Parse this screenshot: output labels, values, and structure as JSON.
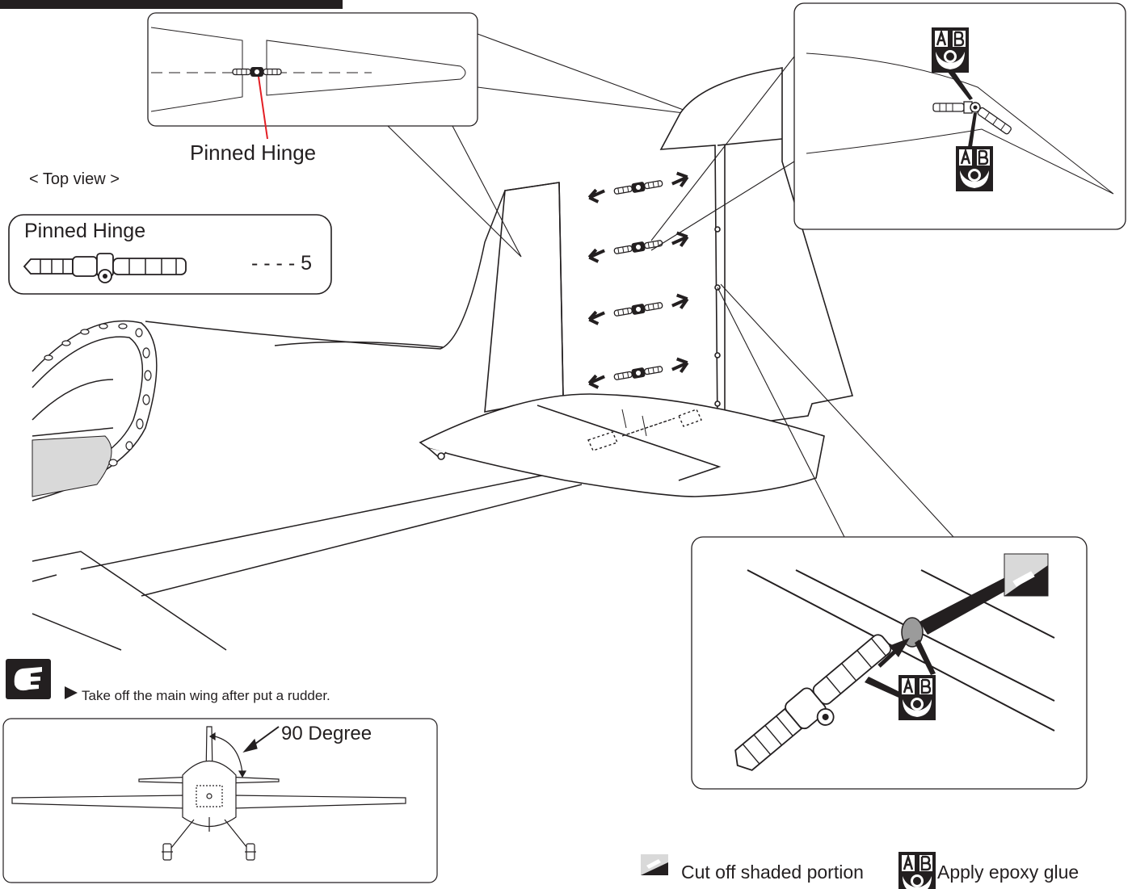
{
  "labels": {
    "pinned_hinge_callout": "Pinned Hinge",
    "top_view": "< Top view >"
  },
  "parts_box": {
    "name": "Pinned Hinge",
    "quantity": "- - - - 5"
  },
  "note": {
    "icon": "pointing-hand-icon",
    "text": "Take off the main wing after put a rudder."
  },
  "front_view": {
    "angle_label": "90 Degree"
  },
  "badges": {
    "left": "A",
    "right": "B"
  },
  "legend": {
    "cut_icon": "cut-shaded-icon",
    "cut_label": "Cut off shaded portion",
    "glue_icon": "epoxy-glue-icon",
    "glue_label": "Apply epoxy glue"
  },
  "colors": {
    "ink": "#231f20",
    "red_leader": "#e31e24",
    "shade": "#d9d9d9",
    "dark_shade": "#9b9b9b"
  }
}
